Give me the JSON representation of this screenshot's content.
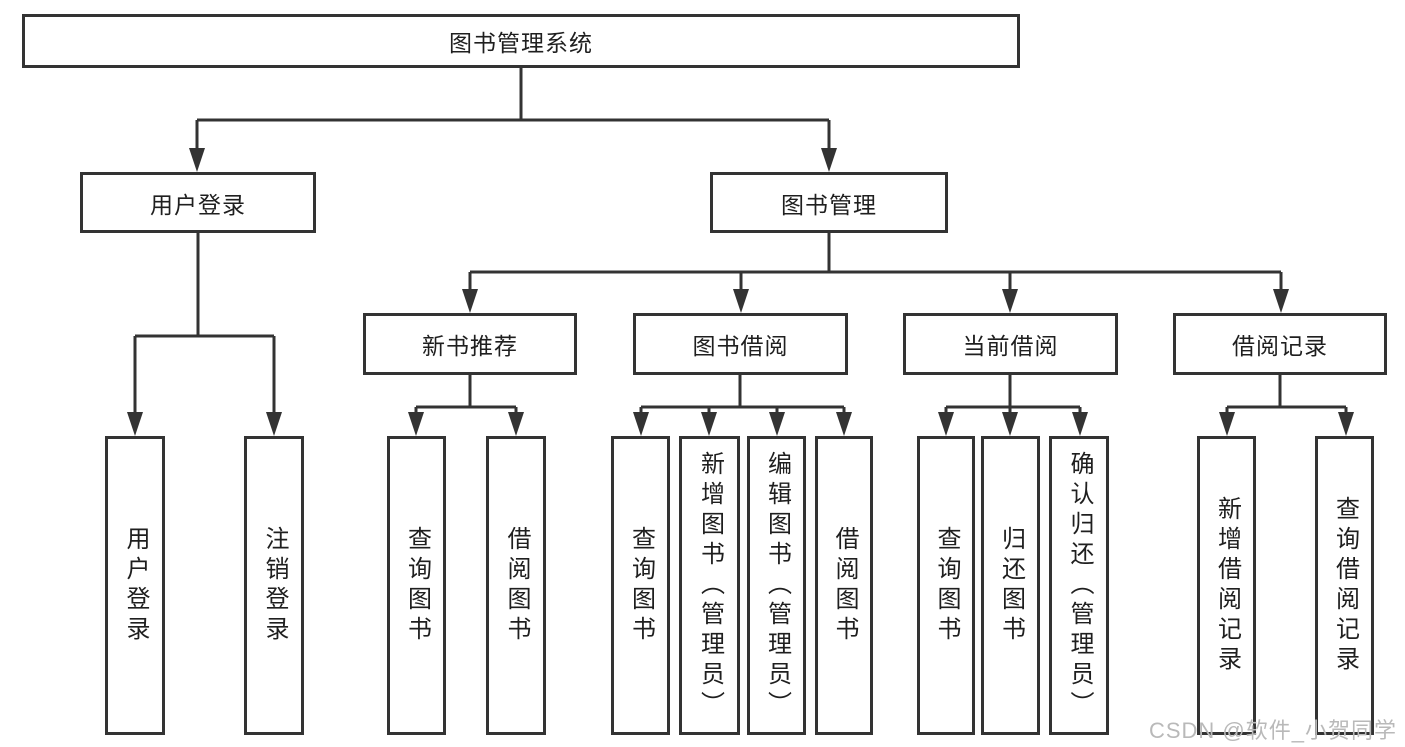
{
  "colors": {
    "line": "#333333",
    "box_border": "#333333",
    "background": "#ffffff",
    "text": "#1f1f1f",
    "watermark_text": "#b9b9b9"
  },
  "tree": {
    "root_label": "图书管理系统",
    "branches": [
      {
        "label": "用户登录",
        "children": [
          {
            "label": "用户登录"
          },
          {
            "label": "注销登录"
          }
        ]
      },
      {
        "label": "图书管理",
        "children": [
          {
            "label": "新书推荐",
            "children": [
              {
                "label": "查询图书"
              },
              {
                "label": "借阅图书"
              }
            ]
          },
          {
            "label": "图书借阅",
            "children": [
              {
                "label": "查询图书"
              },
              {
                "label": "新增图书（管理员）"
              },
              {
                "label": "编辑图书（管理员）"
              },
              {
                "label": "借阅图书"
              }
            ]
          },
          {
            "label": "当前借阅",
            "children": [
              {
                "label": "查询图书"
              },
              {
                "label": "归还图书"
              },
              {
                "label": "确认归还（管理员）"
              }
            ]
          },
          {
            "label": "借阅记录",
            "children": [
              {
                "label": "新增借阅记录"
              },
              {
                "label": "查询借阅记录"
              }
            ]
          }
        ]
      }
    ]
  },
  "watermark": {
    "label": "CSDN @软件_小贺同学"
  }
}
